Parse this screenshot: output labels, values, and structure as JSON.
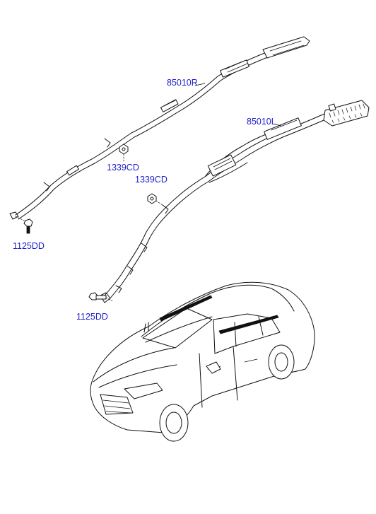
{
  "labels": {
    "curtain_airbag_rh": "85010R",
    "curtain_airbag_lh": "85010L",
    "nut_rh": "1339CD",
    "nut_lh": "1339CD",
    "bolt_rh": "1125DD",
    "bolt_lh": "1125DD"
  },
  "colors": {
    "label": "#1e1ec8",
    "line": "#111111",
    "background": "#ffffff"
  }
}
